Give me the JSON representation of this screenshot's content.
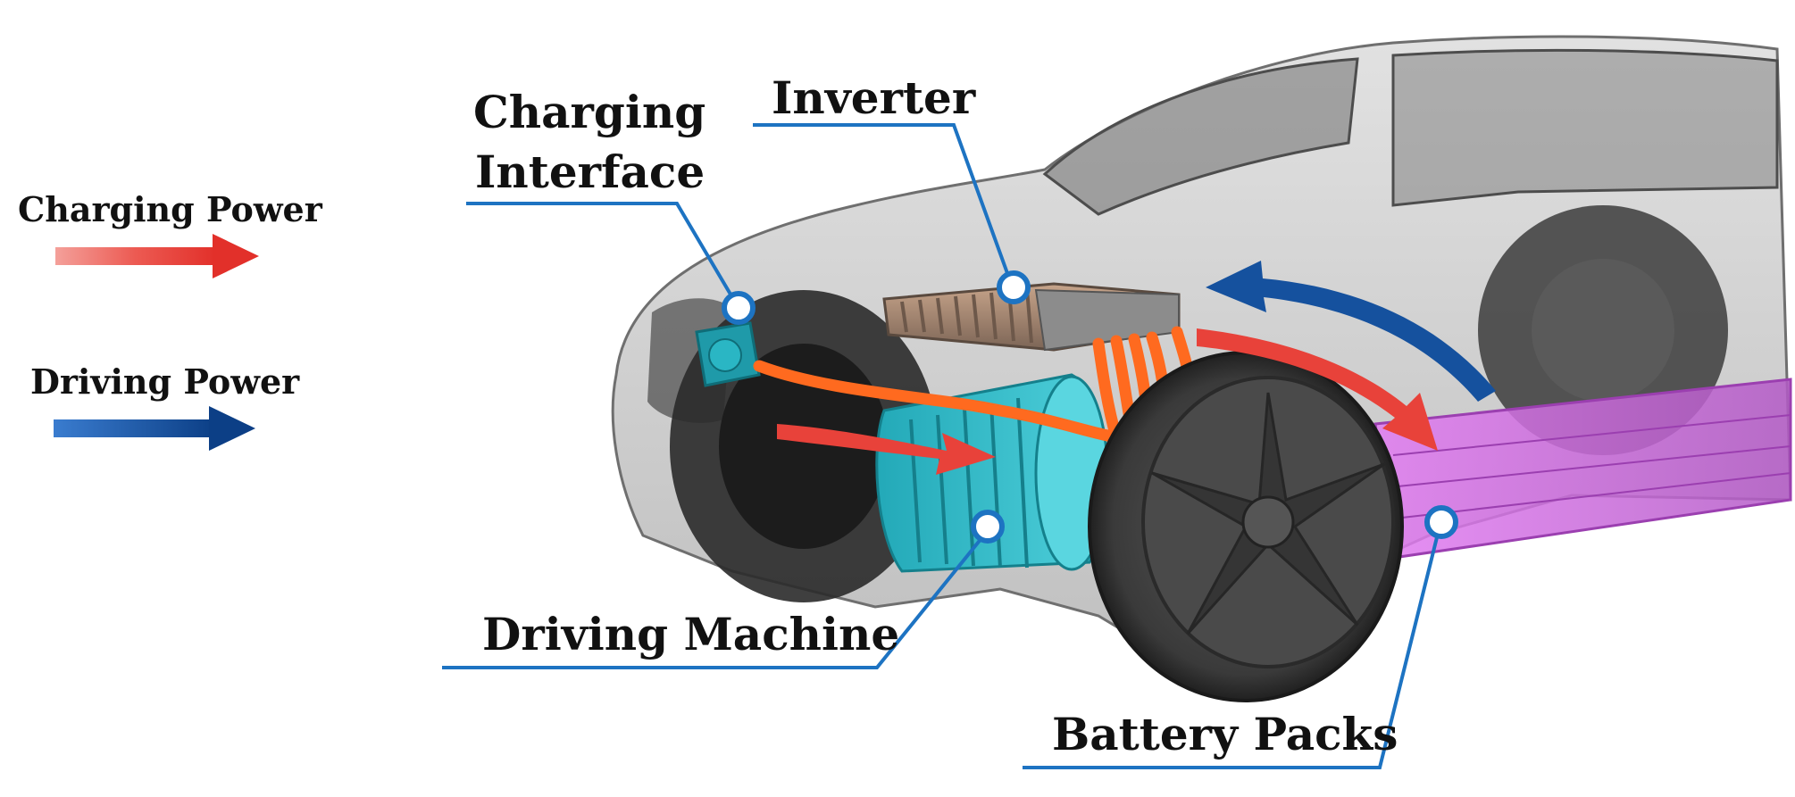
{
  "legend": {
    "charging_power": "Charging Power",
    "driving_power": "Driving Power"
  },
  "components": {
    "charging_interface_line1": "Charging",
    "charging_interface_line2": "Interface",
    "inverter": "Inverter",
    "driving_machine": "Driving Machine",
    "battery_packs": "Battery Packs"
  },
  "colors": {
    "charging_arrow": "#e8423a",
    "driving_arrow": "#15519e",
    "leader_line": "#1d73c2",
    "motor": "#2fb3c2",
    "battery": "#c56ad6",
    "cable": "#ff6a1f",
    "car_body": "#9a9a9a"
  }
}
